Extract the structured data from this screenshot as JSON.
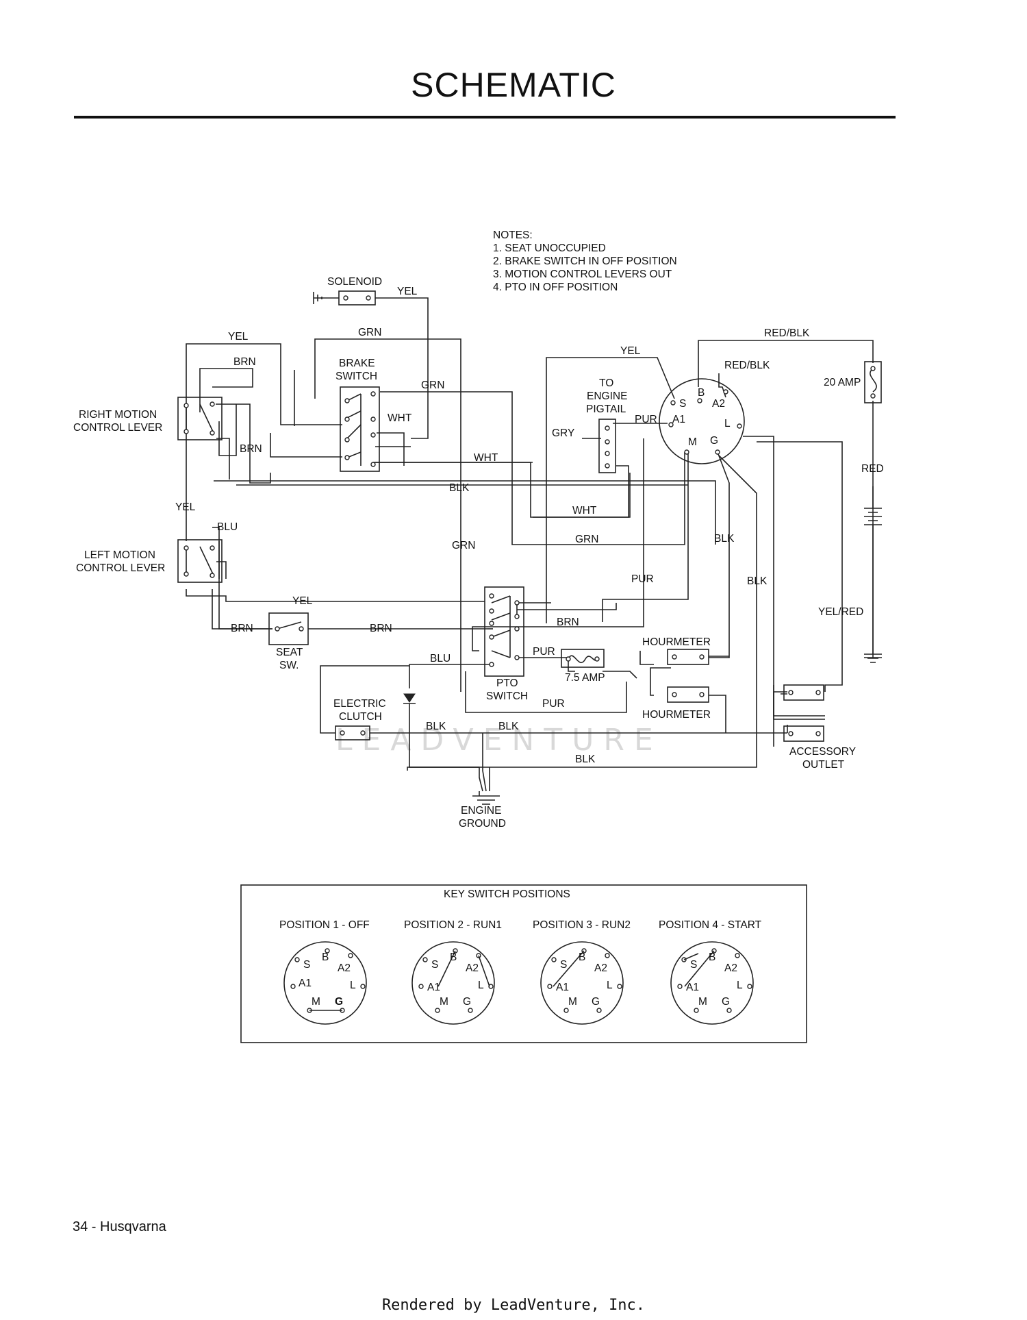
{
  "page": {
    "title": "SCHEMATIC",
    "footer_left": "34 - Husqvarna",
    "footer_center": "Rendered by LeadVenture, Inc."
  },
  "watermark": "LEADVENTURE",
  "notes": [
    "NOTES:",
    "1.  SEAT UNOCCUPIED",
    "2.  BRAKE SWITCH IN OFF POSITION",
    "3.  MOTION CONTROL LEVERS OUT",
    "4.  PTO IN OFF POSITION"
  ],
  "components": {
    "solenoid": "SOLENOID",
    "brake_switch": [
      "BRAKE",
      "SWITCH"
    ],
    "right_lever": [
      "RIGHT MOTION",
      "CONTROL LEVER"
    ],
    "left_lever": [
      "LEFT MOTION",
      "CONTROL LEVER"
    ],
    "seat_switch": [
      "SEAT",
      "SW."
    ],
    "pto_switch": [
      "PTO",
      "SWITCH"
    ],
    "electric_clutch": [
      "ELECTRIC",
      "CLUTCH"
    ],
    "engine_ground": [
      "ENGINE",
      "GROUND"
    ],
    "engine_pigtail": [
      "TO",
      "ENGINE",
      "PIGTAIL"
    ],
    "fuse_20": "20 AMP",
    "fuse_7": "7.5 AMP",
    "hourmeter_top": "HOURMETER",
    "hourmeter_bottom": "HOURMETER",
    "accessory_outlet": [
      "ACCESSORY",
      "OUTLET"
    ]
  },
  "key_terminals": {
    "s": "S",
    "b": "B",
    "a2": "A2",
    "a1": "A1",
    "l": "L",
    "m": "M",
    "g": "G"
  },
  "wire_labels": {
    "yel_solenoid": "YEL",
    "grn_top": "GRN",
    "yel_top_left": "YEL",
    "brn_top": "BRN",
    "grn_brake": "GRN",
    "wht_brake": "WHT",
    "brn_mid": "BRN",
    "wht_mid": "WHT",
    "blk_mid": "BLK",
    "yel_left": "YEL",
    "blu_left": "BLU",
    "grn_center": "GRN",
    "wht_lower": "WHT",
    "grn_lower": "GRN",
    "yel_key": "YEL",
    "red_blk_top": "RED/BLK",
    "red_blk_key": "RED/BLK",
    "red_right": "RED",
    "gry_pigtail": "GRY",
    "pur_pigtail": "PUR",
    "blk_key1": "BLK",
    "blk_key2": "BLK",
    "pur_mid": "PUR",
    "yel_red": "YEL/RED",
    "yel_seat": "YEL",
    "brn_seat_left": "BRN",
    "brn_seat_right": "BRN",
    "brn_pto": "BRN",
    "pur_pto": "PUR",
    "blu_clutch": "BLU",
    "pur_bottom": "PUR",
    "blk_bottom1": "BLK",
    "blk_bottom2": "BLK",
    "blk_bottom3": "BLK"
  },
  "key_positions": {
    "title": "KEY SWITCH POSITIONS",
    "positions": [
      "POSITION 1 - OFF",
      "POSITION 2 - RUN1",
      "POSITION 3 - RUN2",
      "POSITION 4 - START"
    ]
  }
}
